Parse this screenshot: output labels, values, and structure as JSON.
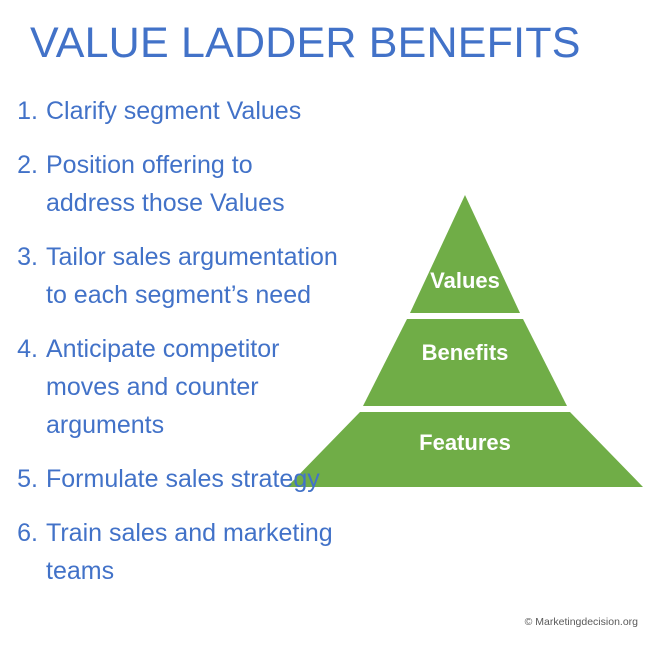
{
  "slide": {
    "title": "VALUE LADDER BENEFITS",
    "background_color": "#FFFFFF",
    "title_color": "#4272C8",
    "text_color": "#4272C8",
    "accent_color": "#70AD47"
  },
  "list": {
    "items": [
      {
        "number": "1.",
        "text": "Clarify segment Values"
      },
      {
        "number": "2.",
        "text": "Position offering to\naddress those Values"
      },
      {
        "number": "3.",
        "text": "Tailor sales argumentation\nto each segment’s need"
      },
      {
        "number": "4.",
        "text": "Anticipate competitor\nmoves and counter\narguments"
      },
      {
        "number": "5.",
        "text": "Formulate sales strategy"
      },
      {
        "number": "6.",
        "text": "Train sales and marketing\nteams"
      }
    ]
  },
  "pyramid": {
    "fill_color": "#70AD47",
    "divider_color": "#FFFFFF",
    "label_color": "#FFFFFF",
    "tiers": [
      {
        "label": "Values"
      },
      {
        "label": "Benefits"
      },
      {
        "label": "Features"
      }
    ]
  },
  "credit": {
    "text": "© Marketingdecision.org"
  }
}
